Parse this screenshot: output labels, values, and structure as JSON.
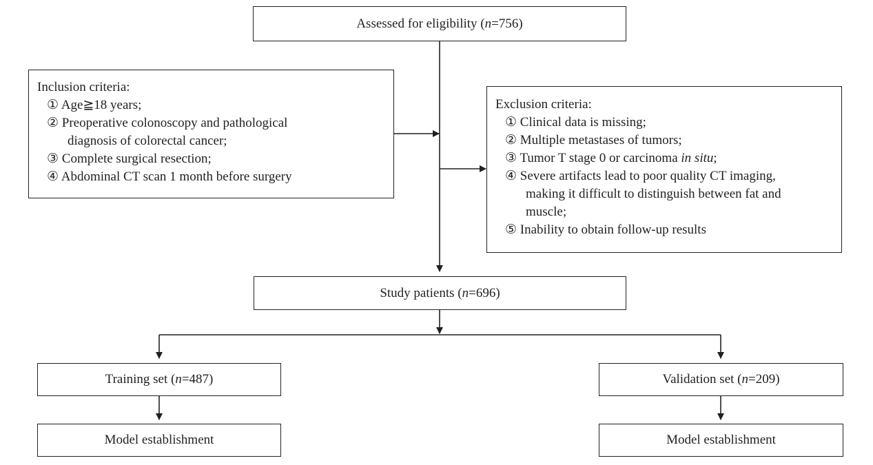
{
  "assessed": {
    "prefix": "Assessed for eligibility (",
    "n_label": "n",
    "suffix": "=756)"
  },
  "inclusion": {
    "heading": "Inclusion criteria:",
    "items": [
      "① Age≧18 years;",
      "② Preoperative colonoscopy and pathological",
      "diagnosis of colorectal cancer;",
      "③ Complete surgical resection;",
      "④ Abdominal CT scan 1 month before surgery"
    ]
  },
  "exclusion": {
    "heading": "Exclusion criteria:",
    "item1": "① Clinical data is missing;",
    "item2": "② Multiple metastases of tumors;",
    "item3_prefix": "③ Tumor T stage 0 or carcinoma ",
    "item3_italic": "in situ",
    "item3_suffix": ";",
    "item4_line1": "④ Severe artifacts lead to poor quality CT imaging,",
    "item4_line2": "making it difficult to distinguish between fat and",
    "item4_line3": "muscle;",
    "item5": "⑤ Inability to obtain follow-up results"
  },
  "study": {
    "prefix": "Study patients (",
    "n_label": "n",
    "suffix": "=696)"
  },
  "training": {
    "prefix": "Training set (",
    "n_label": "n",
    "suffix": "=487)"
  },
  "validation": {
    "prefix": "Validation set (",
    "n_label": "n",
    "suffix": "=209)"
  },
  "model_left": {
    "label": "Model establishment"
  },
  "model_right": {
    "label": "Model establishment"
  },
  "colors": {
    "line": "#231f20",
    "background": "#ffffff"
  }
}
